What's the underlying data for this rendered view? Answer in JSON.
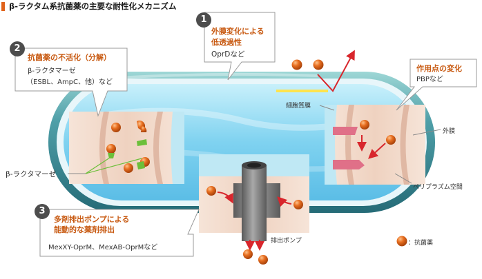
{
  "header": {
    "title": "β-ラクタム系抗菌薬の主要な耐性化メカニズム"
  },
  "mechanisms": [
    {
      "number": "1",
      "title_line1": "外膜変化による",
      "title_line2": "低透過性",
      "detail": "OprDなど"
    },
    {
      "number": "2",
      "title_line1": "抗菌薬の不活化（分解）",
      "detail_line1": "β-ラクタマーゼ",
      "detail_line2": "（ESBL、AmpC、他）など"
    },
    {
      "number": "3",
      "title_line1": "多剤排出ポンプによる",
      "title_line2": "能動的な薬剤排出",
      "detail": "MexXY-OprM、MexAB-OprMなど"
    },
    {
      "title_line1": "作用点の変化",
      "detail": "PBPなど"
    }
  ],
  "labels": {
    "cytoplasmic_membrane": "細胞質膜",
    "outer_membrane": "外膜",
    "periplasm": "ペリプラズム空間",
    "beta_lactamase": "β-ラクタマーゼ",
    "efflux_pump": "排出ポンプ"
  },
  "legend": {
    "antibiotic": "：抗菌薬"
  },
  "colors": {
    "accent": "#c85a12",
    "header_bar": "#e0621a",
    "number_badge": "#4d4d4d",
    "antibiotic": "#e06a1c",
    "arrow": "#d8262c",
    "outer_membrane": "#3a8a94",
    "cytoplasm": "#8fd8f2",
    "pbp": "#e07088",
    "enzyme": "#6cbf3a"
  }
}
